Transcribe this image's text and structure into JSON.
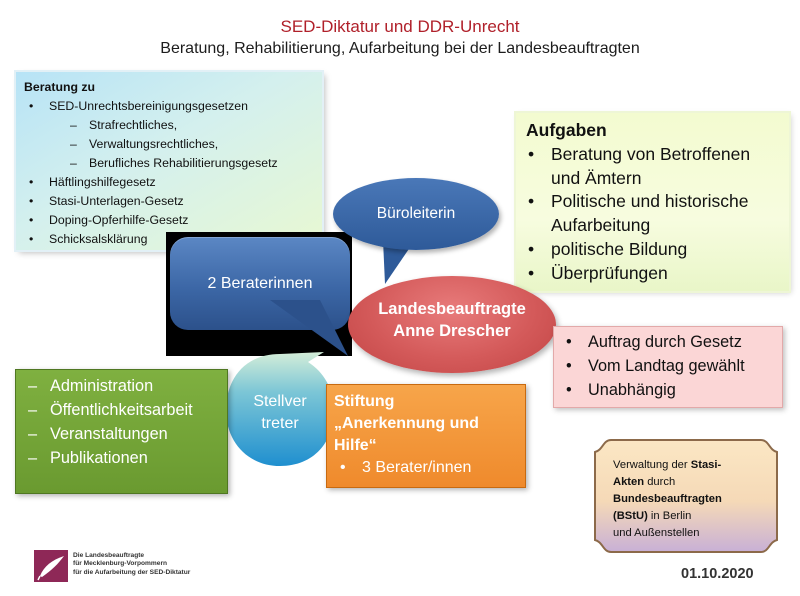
{
  "title": {
    "line1": "SED-Diktatur und DDR-Unrecht",
    "line2": "Beratung, Rehabilitierung, Aufarbeitung bei der Landesbeauftragten"
  },
  "beratung": {
    "heading": "Beratung zu",
    "items": [
      {
        "text": "SED-Unrechtsbereinigungsgesetzen",
        "level": 1
      },
      {
        "text": "Strafrechtliches,",
        "level": 2
      },
      {
        "text": "Verwaltungsrechtliches,",
        "level": 2
      },
      {
        "text": "Berufliches Rehabilitierungsgesetz",
        "level": 2
      },
      {
        "text": "Häftlingshilfegesetz",
        "level": 1
      },
      {
        "text": "Stasi-Unterlagen-Gesetz",
        "level": 1
      },
      {
        "text": "Doping-Opferhilfe-Gesetz",
        "level": 1
      },
      {
        "text": "Schicksalsklärung",
        "level": 1
      }
    ]
  },
  "aufgaben": {
    "heading": "Aufgaben",
    "items": [
      "Beratung von Betroffenen und Ämtern",
      "Politische und historische Aufarbeitung",
      "politische Bildung",
      "Überprüfungen"
    ]
  },
  "bueroleiterin": "Büroleiterin",
  "beraterinnen": "2 Beraterinnen",
  "landesbeauftragte": {
    "line1": "Landesbeauftragte",
    "line2": "Anne Drescher"
  },
  "auftrag": {
    "items": [
      "Auftrag durch Gesetz",
      "Vom Landtag gewählt",
      "Unabhängig"
    ]
  },
  "stellvertreter": {
    "line1": "Stellver",
    "line2": "treter"
  },
  "admin": {
    "items": [
      "Administration",
      "Öffentlichkeitsarbeit",
      "Veranstaltungen",
      "Publikationen"
    ]
  },
  "stiftung": {
    "line1": "Stiftung",
    "line2": "„Anerkennung und",
    "line3": "Hilfe“",
    "items": [
      "3 Berater/innen"
    ]
  },
  "bstu": {
    "t1": "Verwaltung der ",
    "t2": "Stasi-",
    "t3": "Akten",
    "t4": " durch",
    "t5": "Bundesbeauftragten",
    "t6": "(BStU)",
    "t7": " in Berlin",
    "t8": "und Außenstellen"
  },
  "logo": {
    "line1": "Die Landesbeauftragte",
    "line2": "für Mecklenburg-Vorpommern",
    "line3": "für die Aufarbeitung der SED-Diktatur"
  },
  "date": "01.10.2020",
  "colors": {
    "title": "#b0202a",
    "blue": "#3c67a6",
    "red": "#d45a5a",
    "green": "#6a9a30",
    "orange": "#ef8a2c",
    "lightblue_gradient": "#b7e3f6",
    "lightgreen": "#f3fbd0",
    "pink": "#fbd6d6",
    "purple_logo": "#8e2857"
  }
}
